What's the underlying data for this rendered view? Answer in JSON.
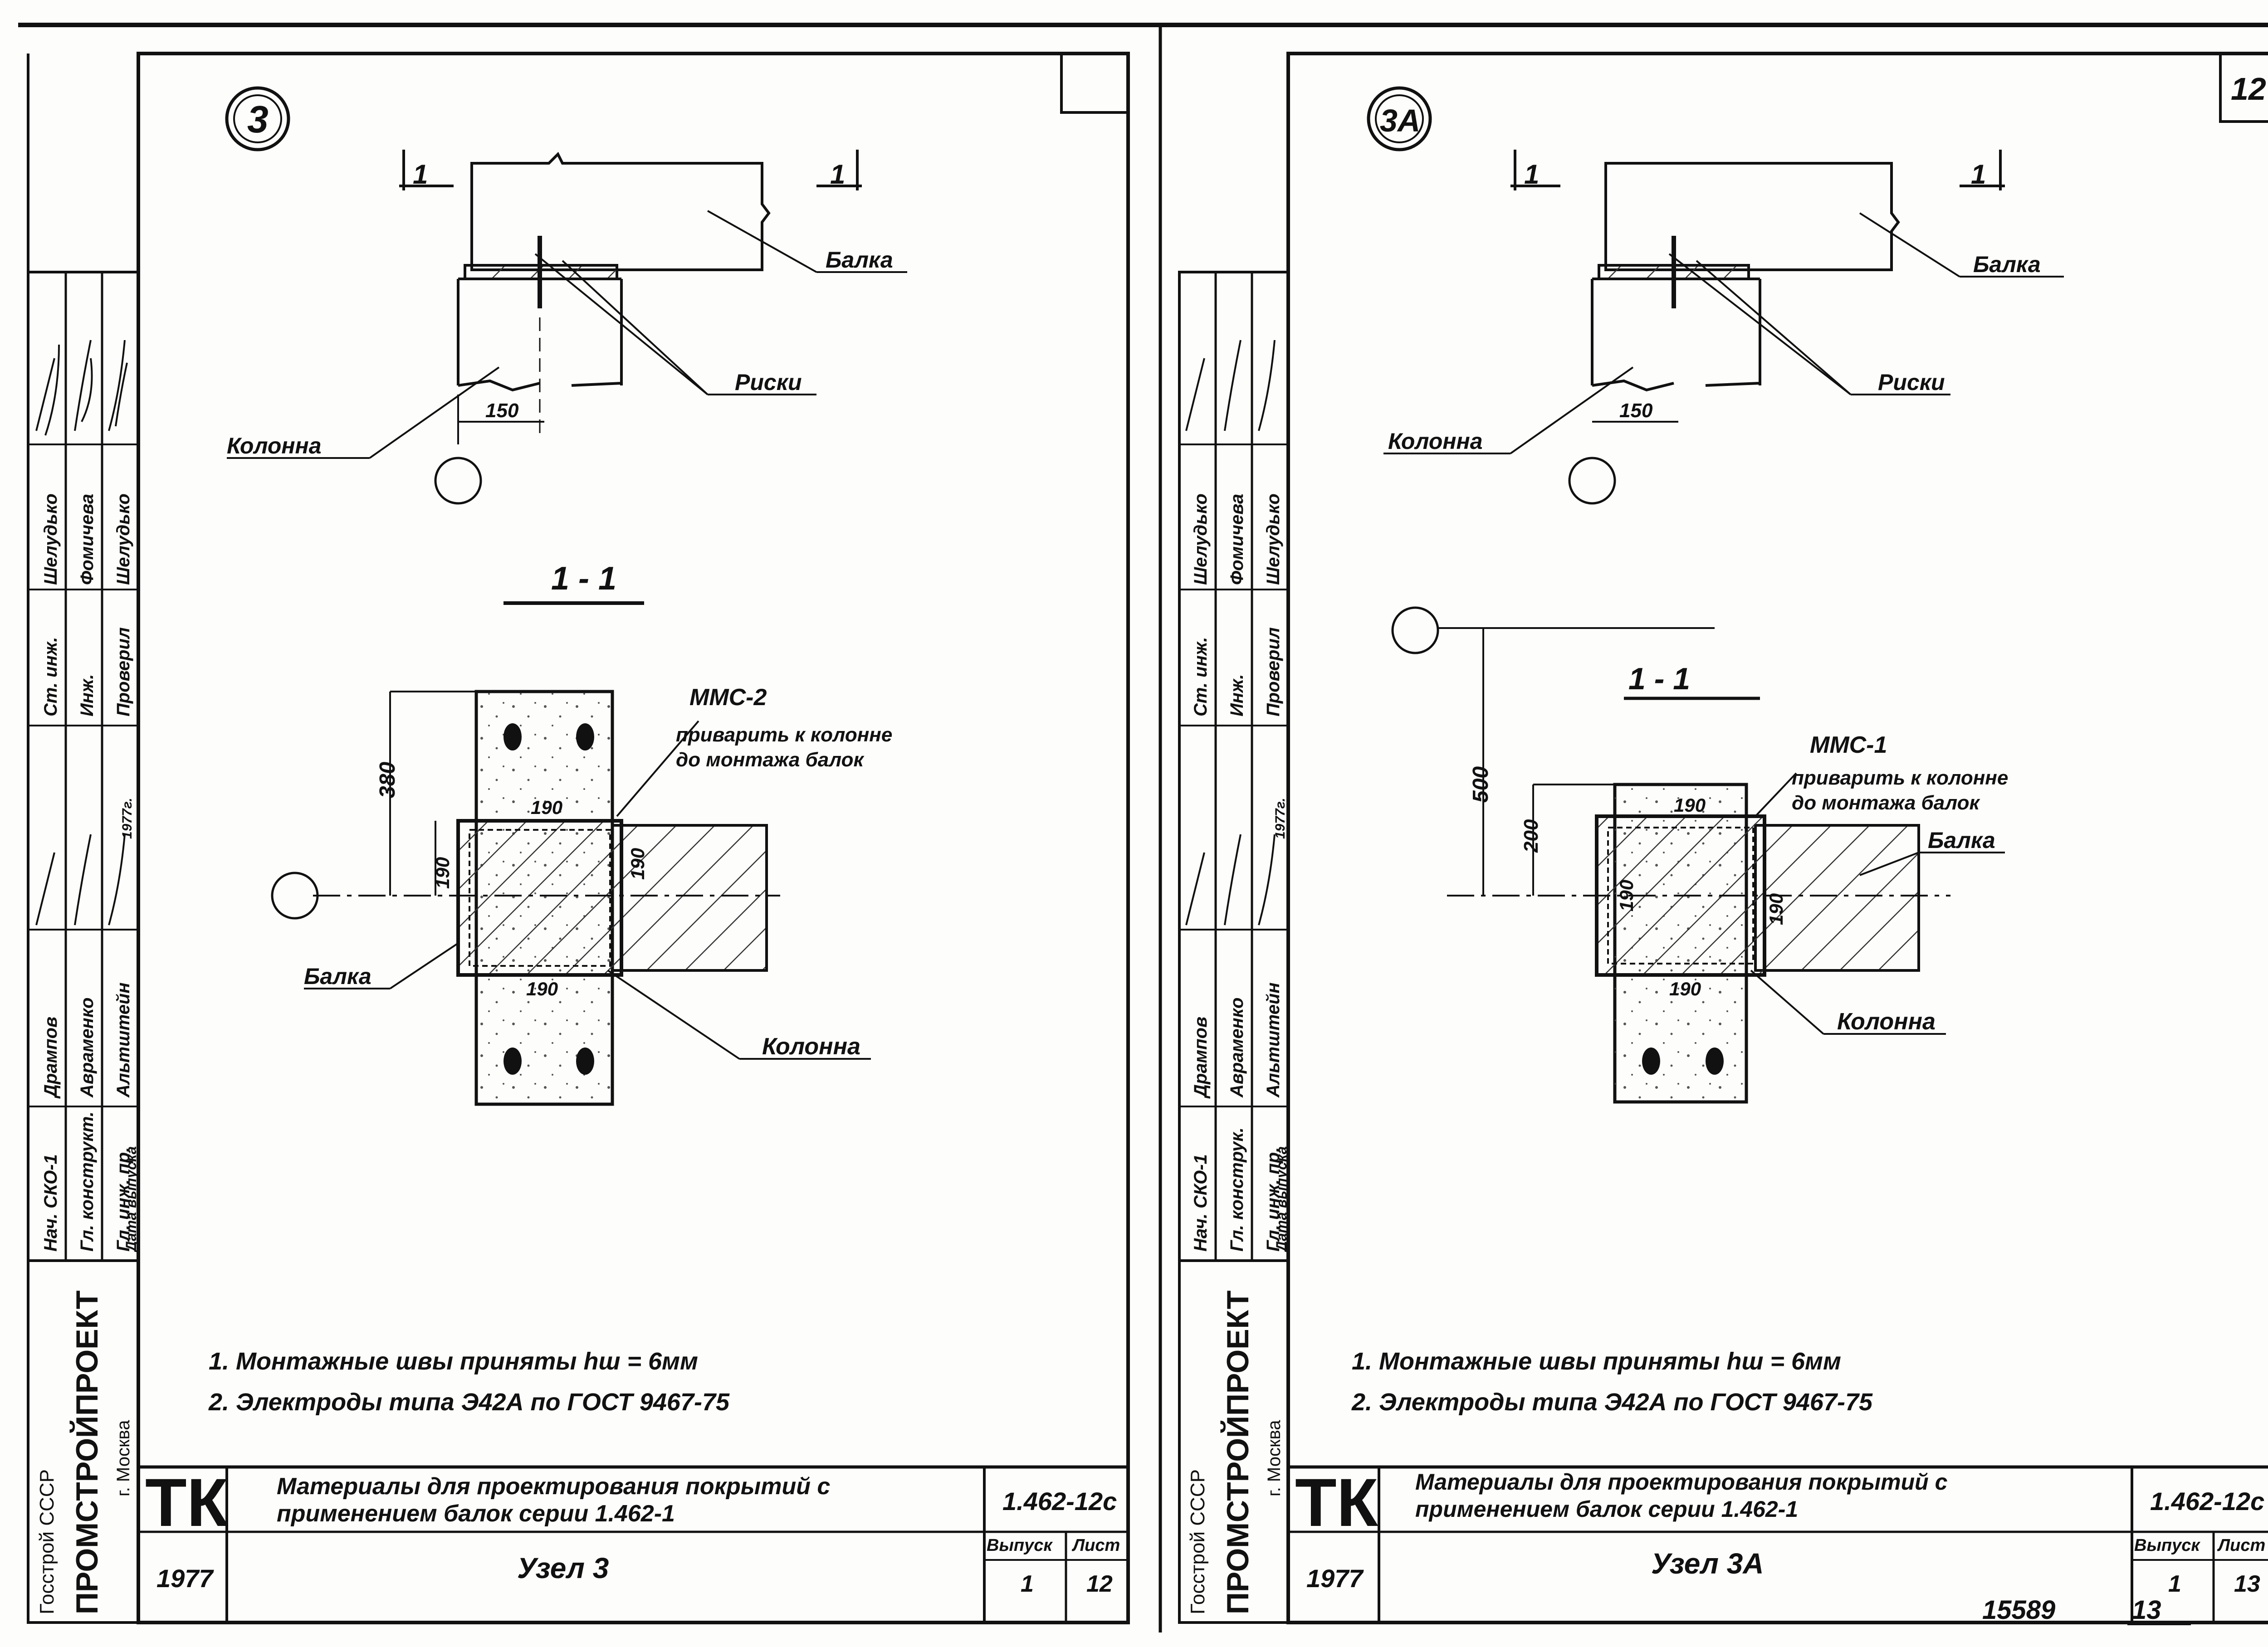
{
  "left_sheet": {
    "node_mark": "3",
    "sheet_corner_number": "",
    "section_mark_top_left": "1",
    "section_mark_top_right": "1",
    "label_beam_top": "Балка",
    "label_marks": "Риски",
    "label_column_top": "Колонна",
    "dim_top": "150",
    "section_title": "1 - 1",
    "embedded_part": "ММС-2",
    "weld_note_line1": "приварить к колонне",
    "weld_note_line2": "до монтажа балок",
    "dim_380": "380",
    "dim_190_vert": "190",
    "dim_190_right": "190",
    "dim_190_top": "190",
    "dim_190_bottom": "190",
    "label_beam_plan": "Балка",
    "label_column_plan": "Колонна",
    "notes": [
      "1.  Монтажные  швы  приняты  hш = 6мм",
      "2.  Электроды  типа  Э42А  по  ГОСТ  9467-75"
    ],
    "stamp": {
      "logo": "ТК",
      "title_line1": "Материалы для проектирования покрытий с",
      "title_line2": "применением балок  серии  1.462-1",
      "code": "1.462-12с",
      "year": "1977",
      "node_name": "Узел 3",
      "vypusk_label": "Выпуск",
      "list_label": "Лист",
      "vypusk": "1",
      "list": "12"
    },
    "side_block": {
      "org_line1": "Госстрой  СССР",
      "org_line2": "ПРОМСТРОЙПРОЕКТ",
      "org_line3": "г. Москва",
      "roles": [
        "Нач. СКО-1",
        "Гл. конструкт.",
        "Гл. инж. пр.",
        "Дата выпуска"
      ],
      "names": [
        "Дрампов",
        "Авраменко",
        "Альтштейн",
        ""
      ],
      "roles2": [
        "Ст. инж.",
        "Инж.",
        "Проверил"
      ],
      "names2": [
        "Шелудько",
        "Фомичева",
        "Шелудько"
      ],
      "year_stamp": "1977г."
    }
  },
  "right_sheet": {
    "node_mark": "3А",
    "sheet_corner_number": "12",
    "section_mark_top_left": "1",
    "section_mark_top_right": "1",
    "label_beam_top": "Балка",
    "label_marks": "Риски",
    "label_column_top": "Колонна",
    "dim_top": "150",
    "section_title": "1 - 1",
    "embedded_part": "ММС-1",
    "weld_note_line1": "приварить к колонне",
    "weld_note_line2": "до монтажа балок",
    "dim_500": "500",
    "dim_200": "200",
    "dim_190_vert": "190",
    "dim_190_right": "190",
    "dim_190_top": "190",
    "dim_190_bottom": "190",
    "label_beam_plan": "Балка",
    "label_column_plan": "Колонна",
    "notes": [
      "1.  Монтажные   швы   приняты  hш = 6мм",
      "2.  Электроды   типа   Э42А  по  ГОСТ  9467-75"
    ],
    "stamp": {
      "logo": "ТК",
      "title_line1": "Материалы  для  проектирования  покрытий  с",
      "title_line2": "применением  балок  серии  1.462-1",
      "code": "1.462-12с",
      "year": "1977",
      "node_name": "Узел 3А",
      "vypusk_label": "Выпуск",
      "list_label": "Лист",
      "vypusk": "1",
      "list": "13"
    },
    "side_block": {
      "org_line1": "Госстрой  СССР",
      "org_line2": "ПРОМСТРОЙПРОЕКТ",
      "org_line3": "г. Москва",
      "roles": [
        "Нач. СКО-1",
        "Гл. конструк.",
        "Гл. инж. пр.",
        "Дата выпуска"
      ],
      "names": [
        "Дрампов",
        "Авраменко",
        "Альтштейн",
        ""
      ],
      "roles2": [
        "Ст. инж.",
        "Инж.",
        "Проверил"
      ],
      "names2": [
        "Шелудько",
        "Фомичева",
        "Шелудько"
      ],
      "year_stamp": "1977г."
    }
  },
  "footer": {
    "archive_number": "15589",
    "page_number": "13"
  },
  "colors": {
    "ink": "#111111",
    "paper": "#fdfdfb",
    "hatch": "#333333"
  }
}
